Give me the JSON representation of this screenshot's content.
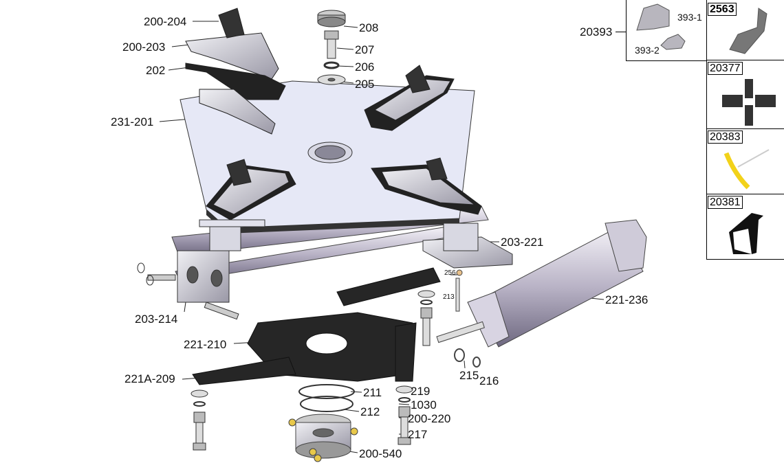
{
  "diagram": {
    "callouts": {
      "c200_204": "200-204",
      "c200_203": "200-203",
      "c202": "202",
      "c208": "208",
      "c207": "207",
      "c206": "206",
      "c205": "205",
      "c231_201": "231-201",
      "c203_221": "203-221",
      "c221_236": "221-236",
      "c256": "256",
      "c213": "213",
      "c203_214": "203-214",
      "c221_210": "221-210",
      "c215": "215",
      "c216": "216",
      "c221A_209": "221A-209",
      "c211": "211",
      "c219": "219",
      "c1030": "1030",
      "c212": "212",
      "c200_220": "200-220",
      "c217": "217",
      "c200_540": "200-540"
    }
  },
  "accessories": {
    "group": "20393",
    "sub1": "393-1",
    "sub2": "393-2",
    "items": [
      {
        "code": "2563"
      },
      {
        "code": "20377"
      },
      {
        "code": "20383"
      },
      {
        "code": "20381"
      }
    ]
  }
}
